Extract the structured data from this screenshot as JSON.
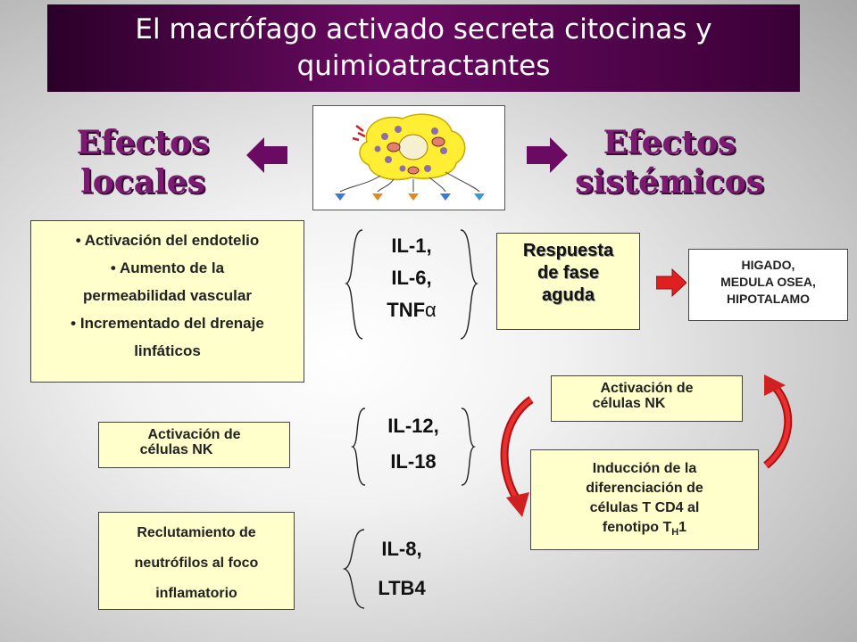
{
  "title": {
    "line1": "El macrófago activado secreta citocinas y",
    "line2": "quimioatractantes"
  },
  "headings": {
    "local_line1": "Efectos",
    "local_line2": "locales",
    "systemic_line1": "Efectos",
    "systemic_line2": "sistémicos"
  },
  "local_effects": {
    "item1": "Activación del endotelio",
    "item2a": "Aumento de la",
    "item2b": "permeabilidad vascular",
    "item3a": "Incrementado del drenaje",
    "item3b": "linfáticos"
  },
  "cytokines_group1": {
    "line1": "IL-1,",
    "line2": "IL-6,",
    "line3": "TNF",
    "symbol": "α"
  },
  "cytokines_group2": {
    "line1": "IL-12,",
    "line2": "IL-18"
  },
  "cytokines_group3": {
    "line1": "IL-8,",
    "line2": "LTB4"
  },
  "acute_phase": {
    "line1": "Respuesta",
    "line2": "de fase",
    "line3": "aguda"
  },
  "organs": {
    "line1": "HIGADO,",
    "line2": "MEDULA OSEA,",
    "line3": "HIPOTALAMO"
  },
  "nk_left": {
    "line1": "Activación de",
    "line2": "células NK"
  },
  "nk_right": {
    "line1": "Activación de",
    "line2": "células NK"
  },
  "th1": {
    "line1": "Inducción de la",
    "line2": "diferenciación de",
    "line3": "células T CD4 al",
    "line4_prefix": "fenotipo T",
    "line4_sub": "H",
    "line4_suffix": "1"
  },
  "recruitment": {
    "line1": "Reclutamiento de",
    "line2": "neutrófilos al foco",
    "line3": "inflamatorio"
  },
  "colors": {
    "title_bg": "#6b0a63",
    "heading": "#7a1a70",
    "arrow_purple": "#6b0a63",
    "arrow_red": "#e02020",
    "box_fill": "#ffffcc",
    "cell_yellow": "#ffee33"
  },
  "icons": [
    "macrophage-cell-icon",
    "arrow-left-icon",
    "arrow-right-icon",
    "red-arrow-icon",
    "curved-arrow-icon"
  ]
}
